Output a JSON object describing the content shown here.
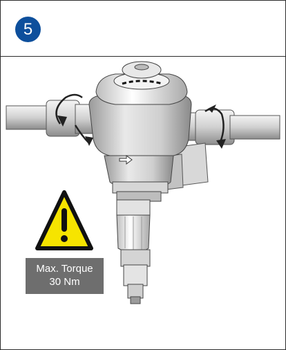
{
  "step": {
    "number": "5"
  },
  "warning": {
    "line1": "Max. Torque",
    "line2": "30 Nm"
  },
  "icons": {
    "warning": "warning-triangle-icon",
    "flow": "flow-direction-arrow-icon",
    "rotation": "rotation-arrow-icon"
  },
  "colors": {
    "badge": "#0d4f9c",
    "warning_yellow": "#f6e400",
    "label_bg": "#6e6e6e",
    "frame": "#2b2b2b"
  }
}
